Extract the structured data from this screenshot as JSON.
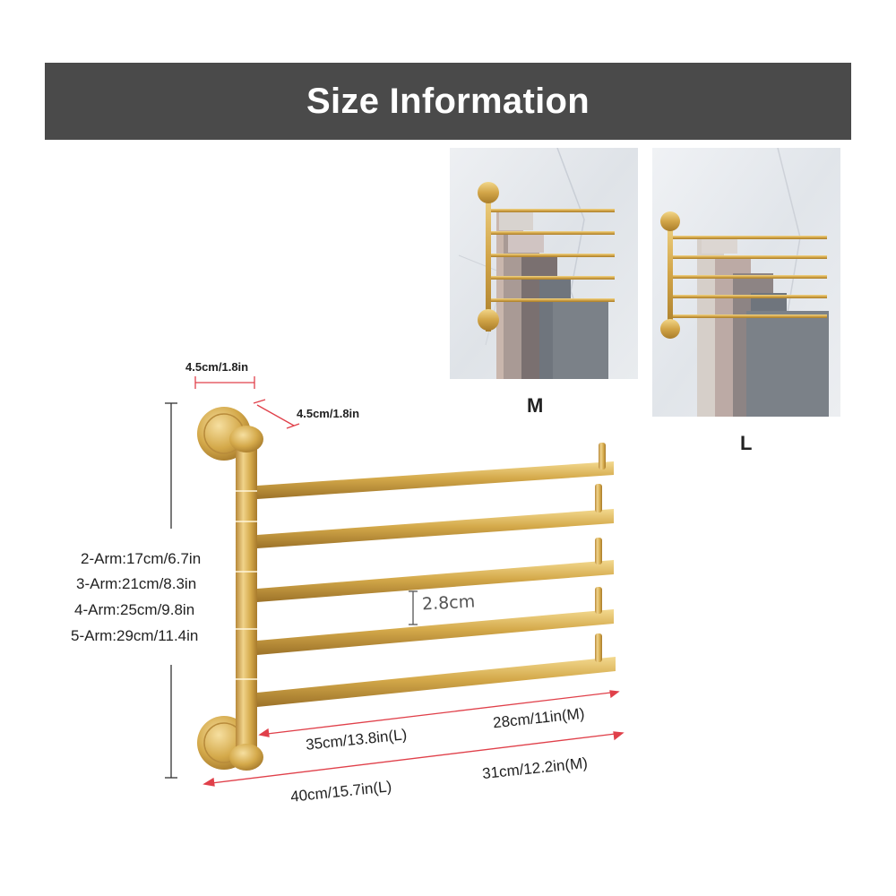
{
  "banner": {
    "title": "Size Information"
  },
  "variants": [
    {
      "label": "M"
    },
    {
      "label": "L"
    }
  ],
  "dimensions": {
    "base_width": "4.5cm/1.8in",
    "base_depth": "4.5cm/1.8in",
    "arm_heights": [
      "2-Arm:17cm/6.7in",
      "3-Arm:21cm/8.3in",
      "4-Arm:25cm/9.8in",
      "5-Arm:29cm/11.4in"
    ],
    "arm_gap": "2.8cm",
    "inner_length_m": "28cm/11in(M)",
    "inner_length_l": "35cm/13.8in(L)",
    "outer_length_m": "31cm/12.2in(M)",
    "outer_length_l": "40cm/15.7in(L)"
  },
  "colors": {
    "banner_bg": "#4a4a4a",
    "gold": "#d4a94a",
    "dimension_line": "#e0404a"
  }
}
